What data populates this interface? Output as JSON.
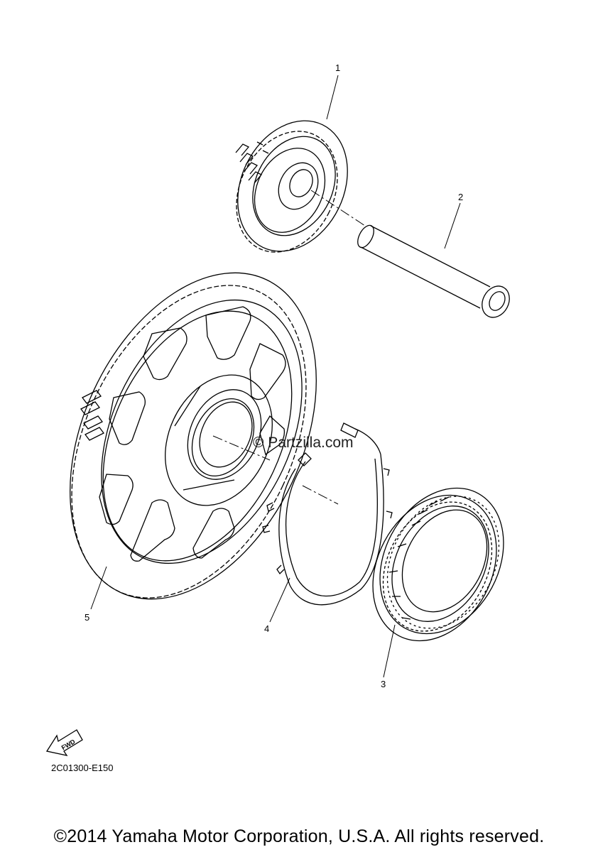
{
  "callouts": {
    "c1": "1",
    "c2": "2",
    "c3": "3",
    "c4": "4",
    "c5": "5"
  },
  "fwd_label": "FWD",
  "diagram_code": "2C01300-E150",
  "watermark": "© Partzilla.com",
  "copyright": "©2014 Yamaha Motor Corporation, U.S.A. All rights reserved."
}
